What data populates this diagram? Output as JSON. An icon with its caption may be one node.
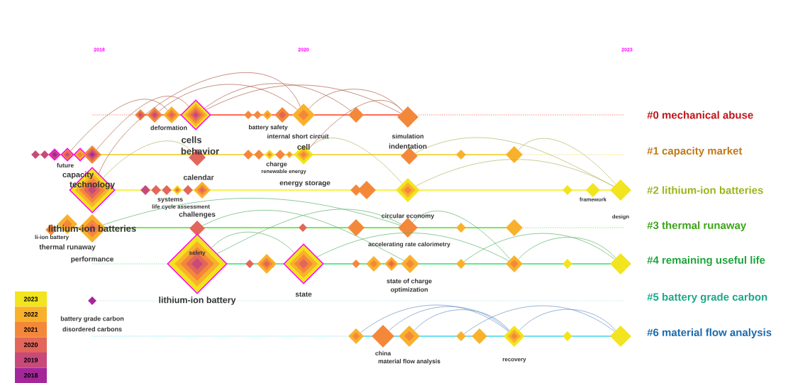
{
  "diagram": {
    "nodes": [
      {
        "text": [],
        "shape": "diamond"
      },
      {
        "text": [],
        "shape": "diamond",
        "beside": [
          "deformation"
        ]
      },
      {
        "text": [],
        "shape": "diamond"
      },
      {
        "text": [],
        "shape": "diamond",
        "beside": [
          "cells"
        ]
      },
      {
        "text": [],
        "shape": "diamond"
      },
      {
        "text": [],
        "shape": "diamond"
      },
      {
        "text": [],
        "shape": "diamond",
        "beside": [
          "battery safety"
        ]
      },
      {
        "text": [],
        "shape": "diamond"
      },
      {
        "text": [],
        "shape": "diamond",
        "beside": [
          "internal short circuit"
        ]
      },
      {
        "text": [],
        "shape": "diamond"
      },
      {
        "text": [],
        "shape": "diamond",
        "beside": [
          "simulation"
        ]
      },
      {
        "text": [],
        "shape": "diamond"
      },
      {
        "text": [],
        "shape": "diamond"
      },
      {
        "text": [],
        "shape": "diamond"
      },
      {
        "text": [],
        "shape": "diamond",
        "beside": [
          "future"
        ]
      },
      {
        "text": [],
        "shape": "diamond"
      },
      {
        "text": [],
        "shape": "diamond"
      },
      {
        "text": [],
        "shape": "diamond",
        "beside": [
          "behavior"
        ]
      },
      {
        "text": [],
        "shape": "diamond"
      },
      {
        "text": [],
        "shape": "diamond"
      },
      {
        "text": [],
        "shape": "diamond"
      },
      {
        "text": [],
        "shape": "diamond",
        "beside": [
          "charge"
        ]
      },
      {
        "text": [],
        "shape": "diamond"
      },
      {
        "text": [
          "cell"
        ],
        "beside": [
          "renewable energy",
          "energy storage"
        ]
      },
      {
        "text": [],
        "shape": "diamond",
        "beside": [
          "indentation"
        ]
      },
      {
        "text": [],
        "shape": "diamond"
      },
      {
        "text": [],
        "shape": "diamond"
      },
      {
        "text": [
          "capacity",
          "technology"
        ]
      },
      {
        "text": [],
        "shape": "diamond"
      },
      {
        "text": [],
        "shape": "diamond"
      },
      {
        "text": [],
        "shape": "diamond",
        "beside": [
          "systems"
        ]
      },
      {
        "text": [],
        "shape": "diamond"
      },
      {
        "text": [],
        "shape": "diamond"
      },
      {
        "text": [],
        "shape": "diamond",
        "beside": [
          "calendar",
          "life cycle assessment"
        ]
      },
      {
        "text": [],
        "shape": "diamond"
      },
      {
        "text": [],
        "shape": "diamond"
      },
      {
        "text": [],
        "shape": "diamond"
      },
      {
        "text": [],
        "shape": "diamond"
      },
      {
        "text": [],
        "shape": "diamond",
        "beside": [
          "framework"
        ]
      },
      {
        "text": [],
        "shape": "diamond",
        "beside": [
          "design"
        ]
      },
      {
        "text": [],
        "shape": "diamond",
        "beside": [
          "li-ion battery"
        ]
      },
      {
        "text": [],
        "shape": "diamond"
      },
      {
        "text": [
          "lithium-ion batteries"
        ],
        "beside": [
          "thermal runaway",
          "performance"
        ]
      },
      {
        "text": [],
        "shape": "diamond",
        "beside": [
          "challenges"
        ]
      },
      {
        "text": [],
        "shape": "diamond"
      },
      {
        "text": [],
        "shape": "diamond",
        "beside": [
          "accelerating rate calorimetry"
        ]
      },
      {
        "text": [],
        "shape": "diamond",
        "beside": [
          "circular economy"
        ]
      },
      {
        "text": [],
        "shape": "diamond"
      },
      {
        "text": [],
        "shape": "diamond"
      },
      {
        "text": [
          "safety"
        ],
        "beside": [
          "lithium-ion battery"
        ]
      },
      {
        "text": [],
        "shape": "diamond"
      },
      {
        "text": [],
        "shape": "diamond"
      },
      {
        "text": [],
        "shape": "diamond",
        "beside": [
          "state"
        ]
      },
      {
        "text": [],
        "shape": "diamond"
      },
      {
        "text": [],
        "shape": "diamond"
      },
      {
        "text": [],
        "shape": "diamond"
      },
      {
        "text": [],
        "shape": "diamond",
        "beside": [
          "state of charge",
          "optimization"
        ]
      },
      {
        "text": [],
        "shape": "diamond"
      },
      {
        "text": [],
        "shape": "diamond"
      },
      {
        "text": [],
        "shape": "diamond"
      },
      {
        "text": [],
        "shape": "diamond"
      },
      {
        "text": [],
        "shape": "diamond",
        "beside": [
          "battery grade carbon",
          "disordered carbons"
        ]
      },
      {
        "text": [],
        "shape": "diamond"
      },
      {
        "text": [],
        "shape": "diamond",
        "beside": [
          "china"
        ]
      },
      {
        "text": [],
        "shape": "diamond",
        "beside": [
          "material flow analysis"
        ]
      },
      {
        "text": [],
        "shape": "diamond"
      },
      {
        "text": [],
        "shape": "diamond"
      },
      {
        "text": [],
        "shape": "diamond",
        "beside": [
          "recovery"
        ]
      },
      {
        "text": [],
        "shape": "diamond"
      },
      {
        "text": [],
        "shape": "diamond"
      }
    ],
    "edges": [
      {
        "from": 3,
        "to": 10,
        "arrow": "none",
        "color": "#b0604a"
      },
      {
        "from": 3,
        "to": 9,
        "arrow": "none",
        "color": "#b0604a"
      },
      {
        "from": 8,
        "to": 10,
        "arrow": "none",
        "color": "#b0604a"
      },
      {
        "from": 1,
        "to": 8,
        "arrow": "none",
        "color": "#b0604a"
      },
      {
        "from": 16,
        "to": 3,
        "arrow": "none",
        "color": "#b0604a"
      },
      {
        "from": 14,
        "to": 2,
        "arrow": "none",
        "color": "#b0604a"
      },
      {
        "from": 27,
        "to": 8,
        "arrow": "none",
        "color": "#b0604a"
      },
      {
        "from": 23,
        "to": 10,
        "arrow": "none",
        "color": "#b0604a"
      },
      {
        "from": 27,
        "to": 17,
        "arrow": "none",
        "color": "#b4b46a"
      },
      {
        "from": 24,
        "to": 39,
        "arrow": "none",
        "color": "#b4b46a"
      },
      {
        "from": 26,
        "to": 39,
        "arrow": "none",
        "color": "#b4b46a"
      },
      {
        "from": 36,
        "to": 39,
        "arrow": "none",
        "color": "#b4b46a"
      },
      {
        "from": 23,
        "to": 36,
        "arrow": "none",
        "color": "#b4b46a"
      },
      {
        "from": 42,
        "to": 46,
        "arrow": "none",
        "color": "#5cb46a"
      },
      {
        "from": 49,
        "to": 46,
        "arrow": "none",
        "color": "#5cb46a"
      },
      {
        "from": 52,
        "to": 58,
        "arrow": "none",
        "color": "#5cb46a"
      },
      {
        "from": 46,
        "to": 58,
        "arrow": "none",
        "color": "#5cb46a"
      },
      {
        "from": 58,
        "to": 60,
        "arrow": "none",
        "color": "#5cb46a"
      },
      {
        "from": 43,
        "to": 56,
        "arrow": "none",
        "color": "#5cb46a"
      },
      {
        "from": 49,
        "to": 52,
        "arrow": "none",
        "color": "#5cb46a"
      },
      {
        "from": 57,
        "to": 60,
        "arrow": "none",
        "color": "#5cb46a"
      },
      {
        "from": 62,
        "to": 67,
        "arrow": "none",
        "color": "#6a94c4"
      },
      {
        "from": 63,
        "to": 67,
        "arrow": "none",
        "color": "#6a94c4"
      },
      {
        "from": 64,
        "to": 67,
        "arrow": "none",
        "color": "#6a94c4"
      },
      {
        "from": 67,
        "to": 69,
        "arrow": "none",
        "color": "#6a94c4"
      },
      {
        "from": 65,
        "to": 69,
        "arrow": "none",
        "color": "#6a94c4"
      }
    ],
    "labels": [
      "2018",
      "2020",
      "2023",
      "#0 mechanical abuse",
      "#1 capacity market",
      "#2 lithium-ion batteries",
      "#3 thermal runaway",
      "#4 remaining useful life",
      "#5 battery grade carbon",
      "#6 material flow analysis"
    ],
    "legend": [
      {
        "text": "2023",
        "color": "#f2e41e"
      },
      {
        "text": "2022",
        "color": "#f9b12c"
      },
      {
        "text": "2021",
        "color": "#f4883a"
      },
      {
        "text": "2020",
        "color": "#e2665a"
      },
      {
        "text": "2019",
        "color": "#c74a7a"
      },
      {
        "text": "2018",
        "color": "#a4279a"
      }
    ]
  }
}
